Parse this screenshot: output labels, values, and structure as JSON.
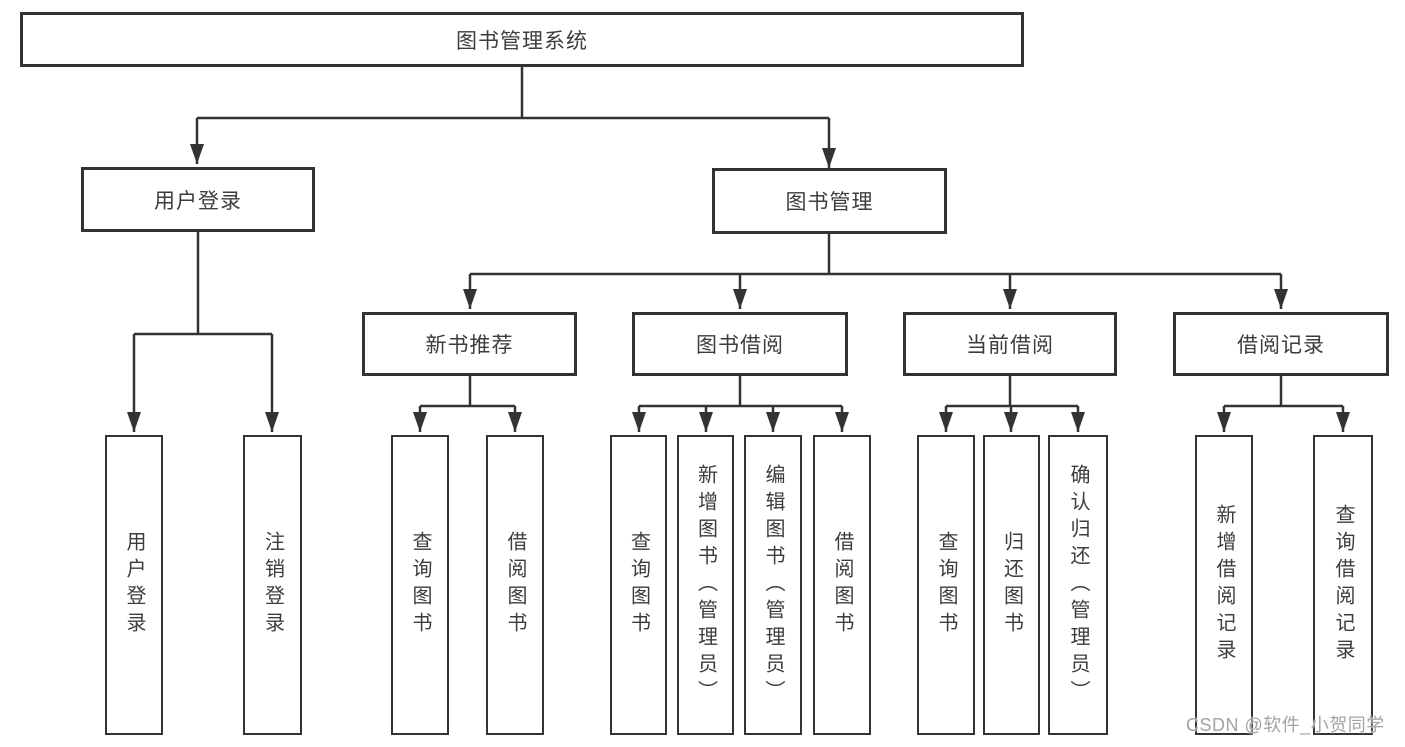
{
  "colors": {
    "line": "#333333",
    "text": "#3d3d3d",
    "box_bg": "#ffffff",
    "watermark": "#a3a3a3"
  },
  "tree": {
    "root": {
      "label": "图书管理系统"
    },
    "branches": [
      {
        "label": "用户登录",
        "children": [
          {
            "label": "用户登录"
          },
          {
            "label": "注销登录"
          }
        ]
      },
      {
        "label": "图书管理",
        "groups": [
          {
            "label": "新书推荐",
            "children": [
              {
                "label": "查询图书"
              },
              {
                "label": "借阅图书"
              }
            ]
          },
          {
            "label": "图书借阅",
            "children": [
              {
                "label": "查询图书"
              },
              {
                "label": "新增图书（管理员）"
              },
              {
                "label": "编辑图书（管理员）"
              },
              {
                "label": "借阅图书"
              }
            ]
          },
          {
            "label": "当前借阅",
            "children": [
              {
                "label": "查询图书"
              },
              {
                "label": "归还图书"
              },
              {
                "label": "确认归还（管理员）"
              }
            ]
          },
          {
            "label": "借阅记录",
            "children": [
              {
                "label": "新增借阅记录"
              },
              {
                "label": "查询借阅记录"
              }
            ]
          }
        ]
      }
    ]
  },
  "watermark": {
    "text": "CSDN @软件_小贺同学"
  }
}
